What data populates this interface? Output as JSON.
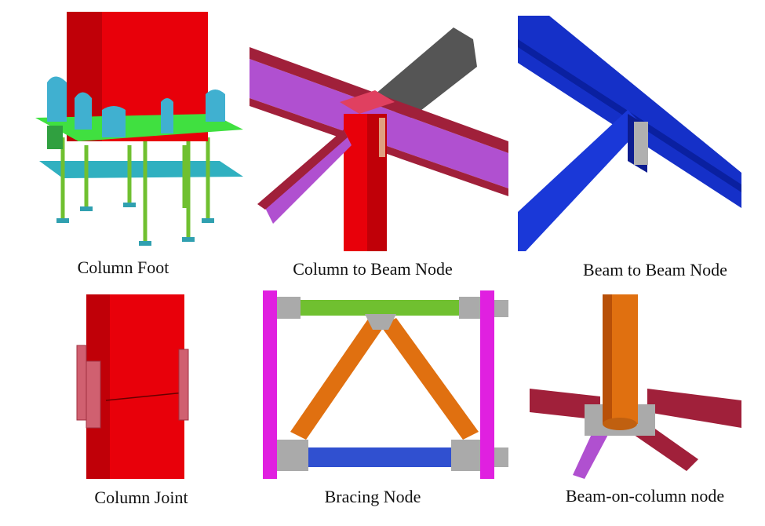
{
  "captions": {
    "column_foot": "Column Foot",
    "column_to_beam": "Column to Beam Node",
    "beam_to_beam": "Beam to Beam Node",
    "column_joint": "Column Joint",
    "bracing": "Bracing Node",
    "beam_on_column": "Beam-on-column node"
  },
  "colors": {
    "column_red": "#e8000a",
    "beam_blue": "#1530c8",
    "beam_maroon": "#a0203a",
    "beam_violet": "#b050d0",
    "brace_orange": "#e07010",
    "frame_magenta": "#e020e0",
    "plate_green": "#40e040",
    "plate_teal": "#30b0c0"
  }
}
